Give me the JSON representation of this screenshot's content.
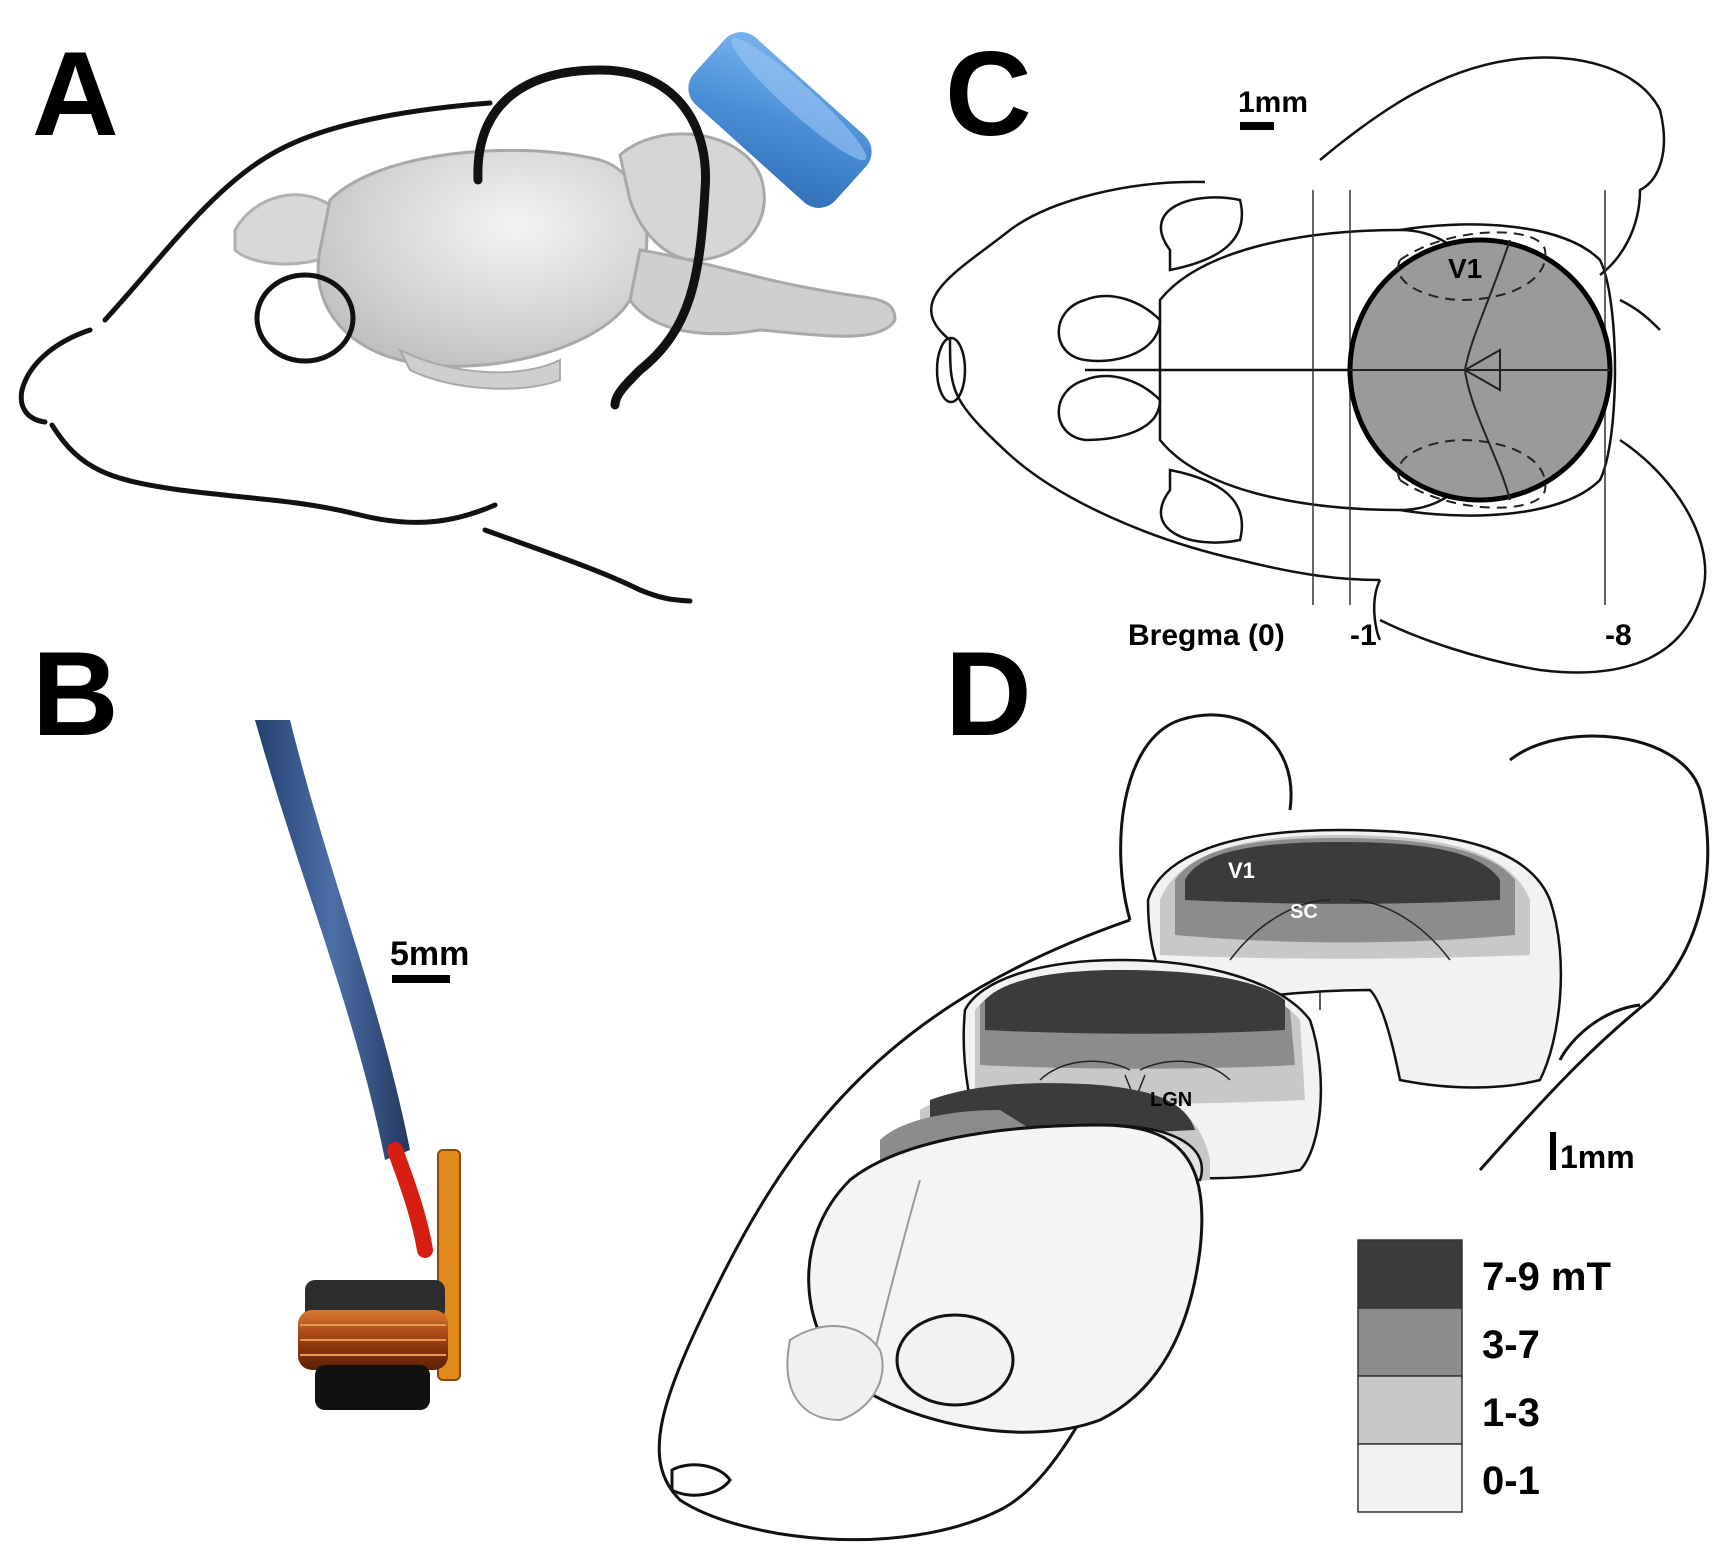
{
  "panels": {
    "a": {
      "letter": "A"
    },
    "b": {
      "letter": "B",
      "scale_label": "5mm"
    },
    "c": {
      "letter": "C",
      "scale_label": "1mm",
      "region_label": "V1",
      "bregma_labels": [
        "Bregma (0)",
        "-1",
        "-8"
      ]
    },
    "d": {
      "letter": "D",
      "region_labels": [
        "V1",
        "SC",
        "LGN"
      ],
      "scale_label": "1mm",
      "legend": [
        {
          "label": "7-9 mT",
          "color": "#3b3b3b"
        },
        {
          "label": "3-7",
          "color": "#8c8c8c"
        },
        {
          "label": "1-3",
          "color": "#c8c8c8"
        },
        {
          "label": "0-1",
          "color": "#f2f2f2"
        }
      ]
    }
  },
  "colors": {
    "magnet_blue": "#4a8fd6",
    "cable_blue": "#34558a",
    "coil_copper": "#b8561c",
    "brain_grey": "#cfcfcf",
    "field_circle": "#9a9a9a"
  }
}
